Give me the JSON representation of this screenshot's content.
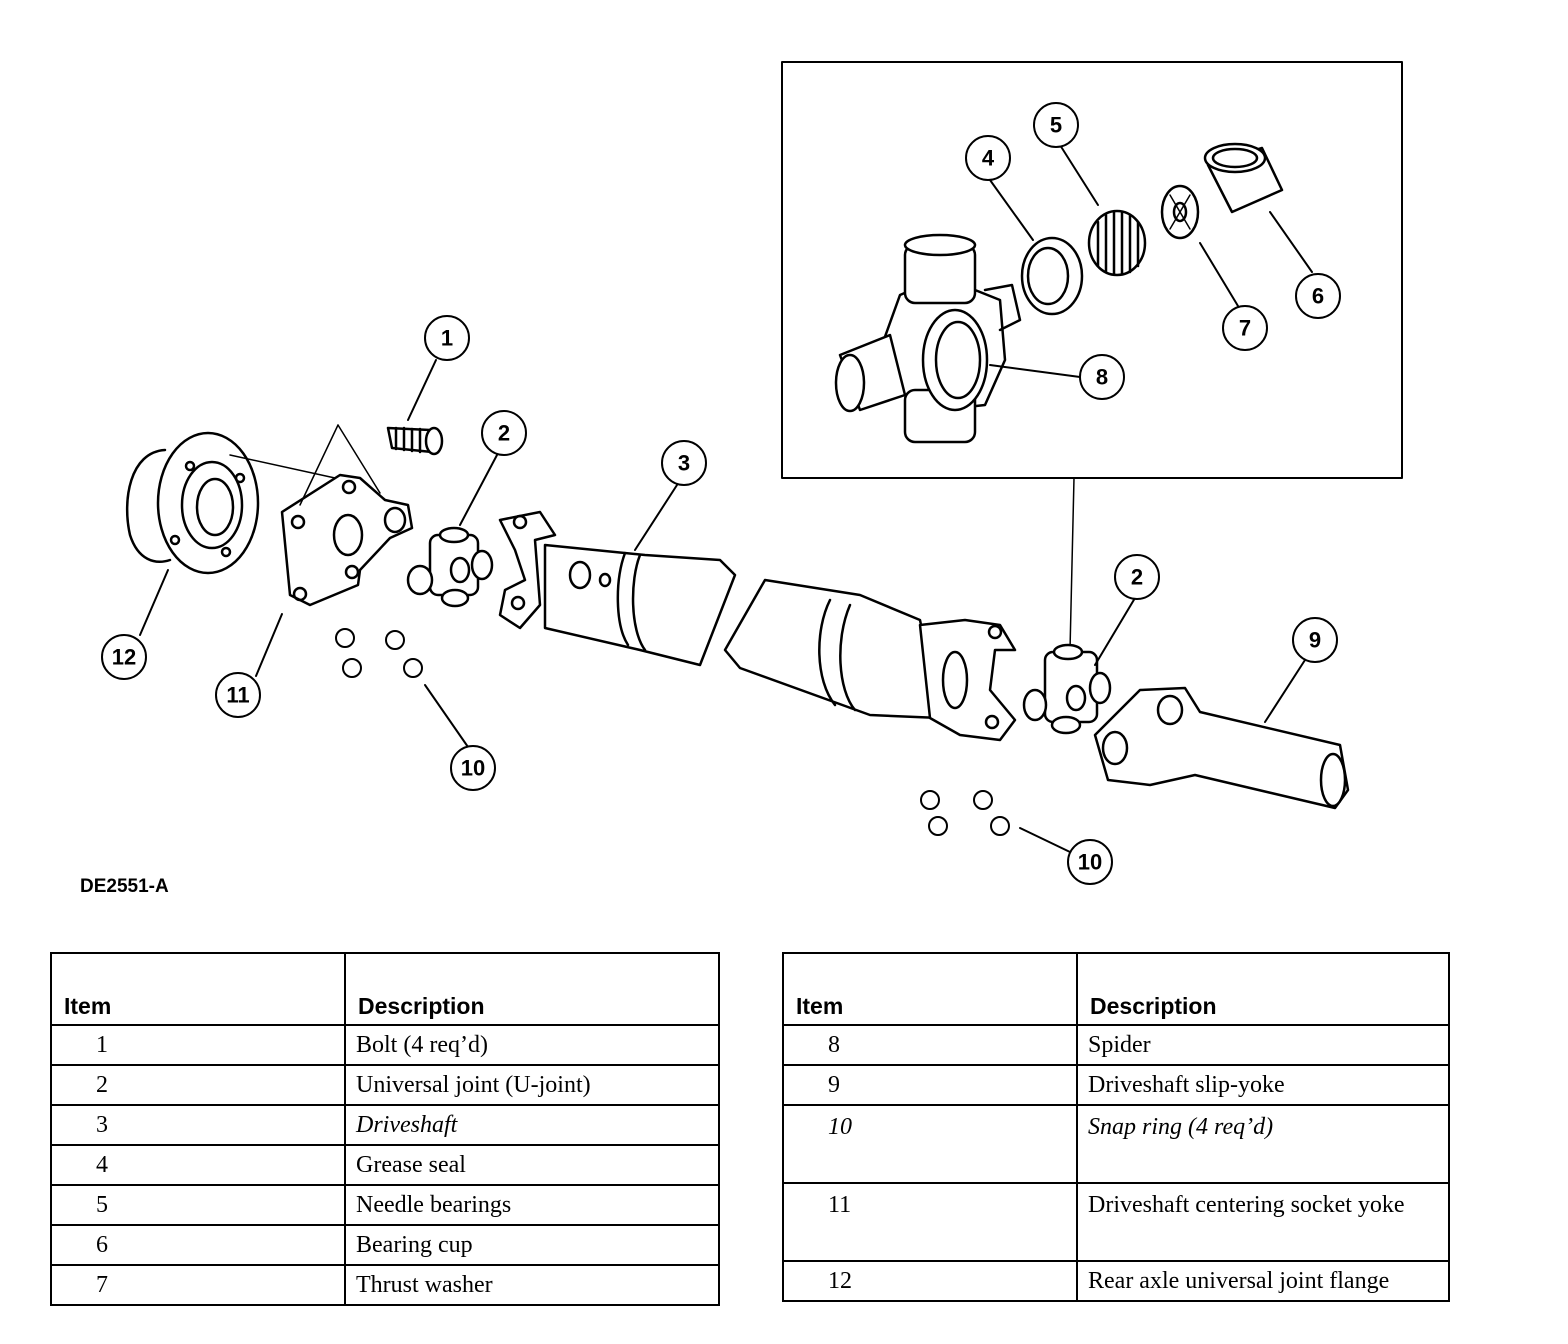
{
  "figure": {
    "code": "DE2551-A",
    "callouts": [
      "1",
      "2",
      "3",
      "4",
      "5",
      "6",
      "7",
      "8",
      "9",
      "10",
      "11",
      "12"
    ]
  },
  "legend_left": {
    "header_item": "Item",
    "header_description": "Description",
    "rows": [
      {
        "item": "1",
        "description": "Bolt (4 req’d)"
      },
      {
        "item": "2",
        "description": "Universal joint (U-joint)"
      },
      {
        "item": "3",
        "description": "Driveshaft"
      },
      {
        "item": "4",
        "description": "Grease seal"
      },
      {
        "item": "5",
        "description": "Needle bearings"
      },
      {
        "item": "6",
        "description": "Bearing cup"
      },
      {
        "item": "7",
        "description": "Thrust washer"
      }
    ]
  },
  "legend_right": {
    "header_item": "Item",
    "header_description": "Description",
    "rows": [
      {
        "item": "8",
        "description": "Spider"
      },
      {
        "item": "9",
        "description": "Driveshaft slip-yoke"
      },
      {
        "item": "10",
        "description": "Snap ring (4 req’d)"
      },
      {
        "item": "11",
        "description": "Driveshaft centering socket yoke"
      },
      {
        "item": "12",
        "description": "Rear axle universal joint flange"
      }
    ]
  }
}
